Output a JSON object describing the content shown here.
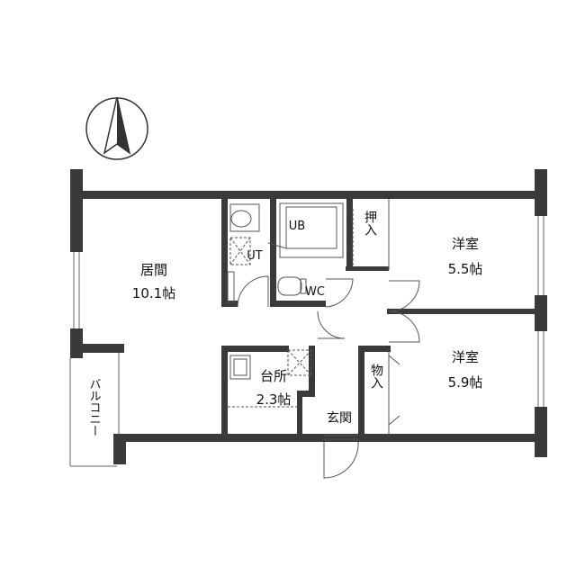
{
  "compass": {
    "icon": "north-arrow-icon"
  },
  "rooms": {
    "living": {
      "name": "居間",
      "size": "10.1帖"
    },
    "balcony": {
      "name": "バルコニー"
    },
    "ut": {
      "name": "UT"
    },
    "ub": {
      "name": "UB"
    },
    "wc": {
      "name": "WC"
    },
    "closet1": {
      "name": "押入"
    },
    "western1": {
      "name": "洋室",
      "size": "5.5帖"
    },
    "western2": {
      "name": "洋室",
      "size": "5.9帖"
    },
    "kitchen": {
      "name": "台所",
      "size": "2.3帖"
    },
    "closet2": {
      "name": "物入"
    },
    "entrance": {
      "name": "玄関"
    }
  },
  "colors": {
    "wall": "#3a3a3a",
    "line": "#555555",
    "bg": "#ffffff"
  }
}
